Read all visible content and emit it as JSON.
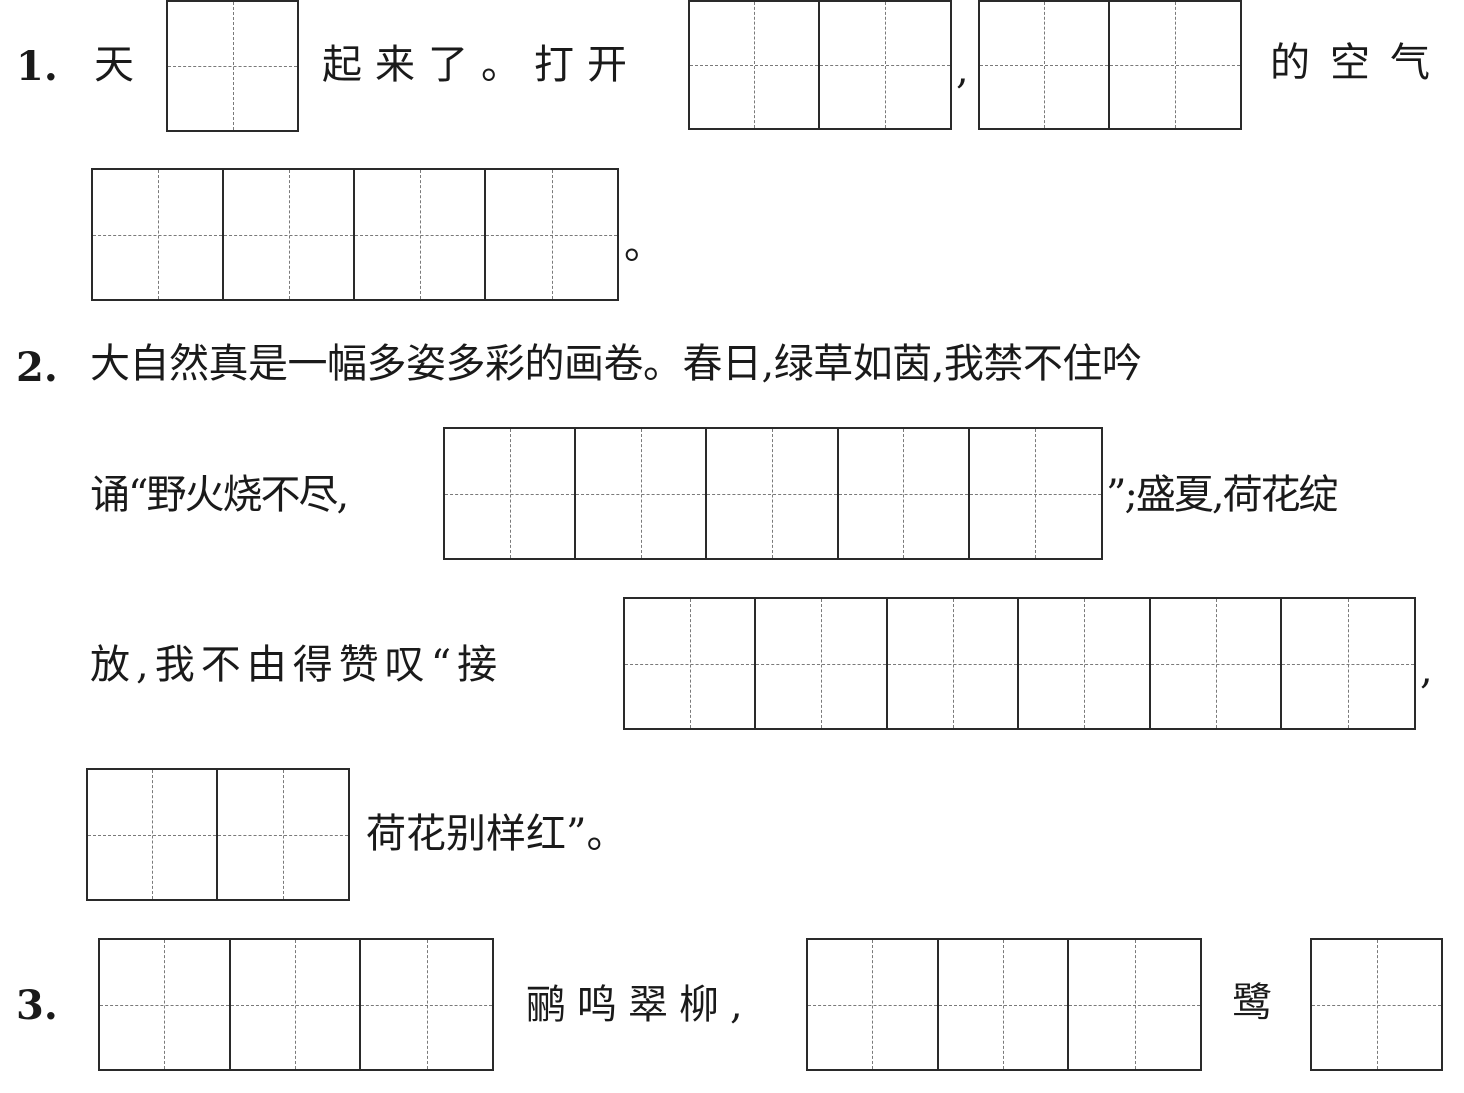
{
  "q1": {
    "number": "1.",
    "t1": "天",
    "t2": "起来了。打开",
    "comma": ",",
    "t3": "的空气",
    "period": "。"
  },
  "q2": {
    "number": "2.",
    "line1": "大自然真是一幅多姿多彩的画卷。春日,绿草如茵,我禁不住吟",
    "line2a": "诵“野火烧不尽,",
    "line2b": "”;盛夏,荷花绽",
    "line3a": "放,我不由得赞叹“接",
    "line3b": ",",
    "line4": "荷花别样红”。"
  },
  "q3": {
    "number": "3.",
    "t1": "鹂鸣翠柳,",
    "t2": "鹭"
  }
}
